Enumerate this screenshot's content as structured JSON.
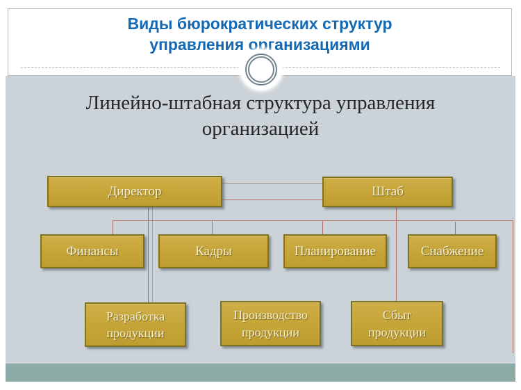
{
  "header": {
    "title": "Виды бюрократических структур\nуправления организациями"
  },
  "body": {
    "subtitle": "Линейно-штабная структура управления\nорганизацией"
  },
  "diagram": {
    "director": "Директор",
    "staff": "Штаб",
    "finance": "Финансы",
    "hr": "Кадры",
    "planning": "Планирование",
    "supply": "Снабжение",
    "product_development": "Разработка продукции",
    "product_manufacturing": "Производство продукции",
    "product_sales": "Сбыт продукции"
  },
  "colors": {
    "title_blue": "#1569b3",
    "subtitle_dark": "#24282b",
    "box_gold": "#c5a438",
    "box_border_olive": "#81711a",
    "box_text_cream": "#f3edd4",
    "connector_red": "#b26b5f",
    "connector_gray": "#98a2aa",
    "slide_bg": "#cbd3d8",
    "footer_band_teal": "#8caaa6"
  }
}
